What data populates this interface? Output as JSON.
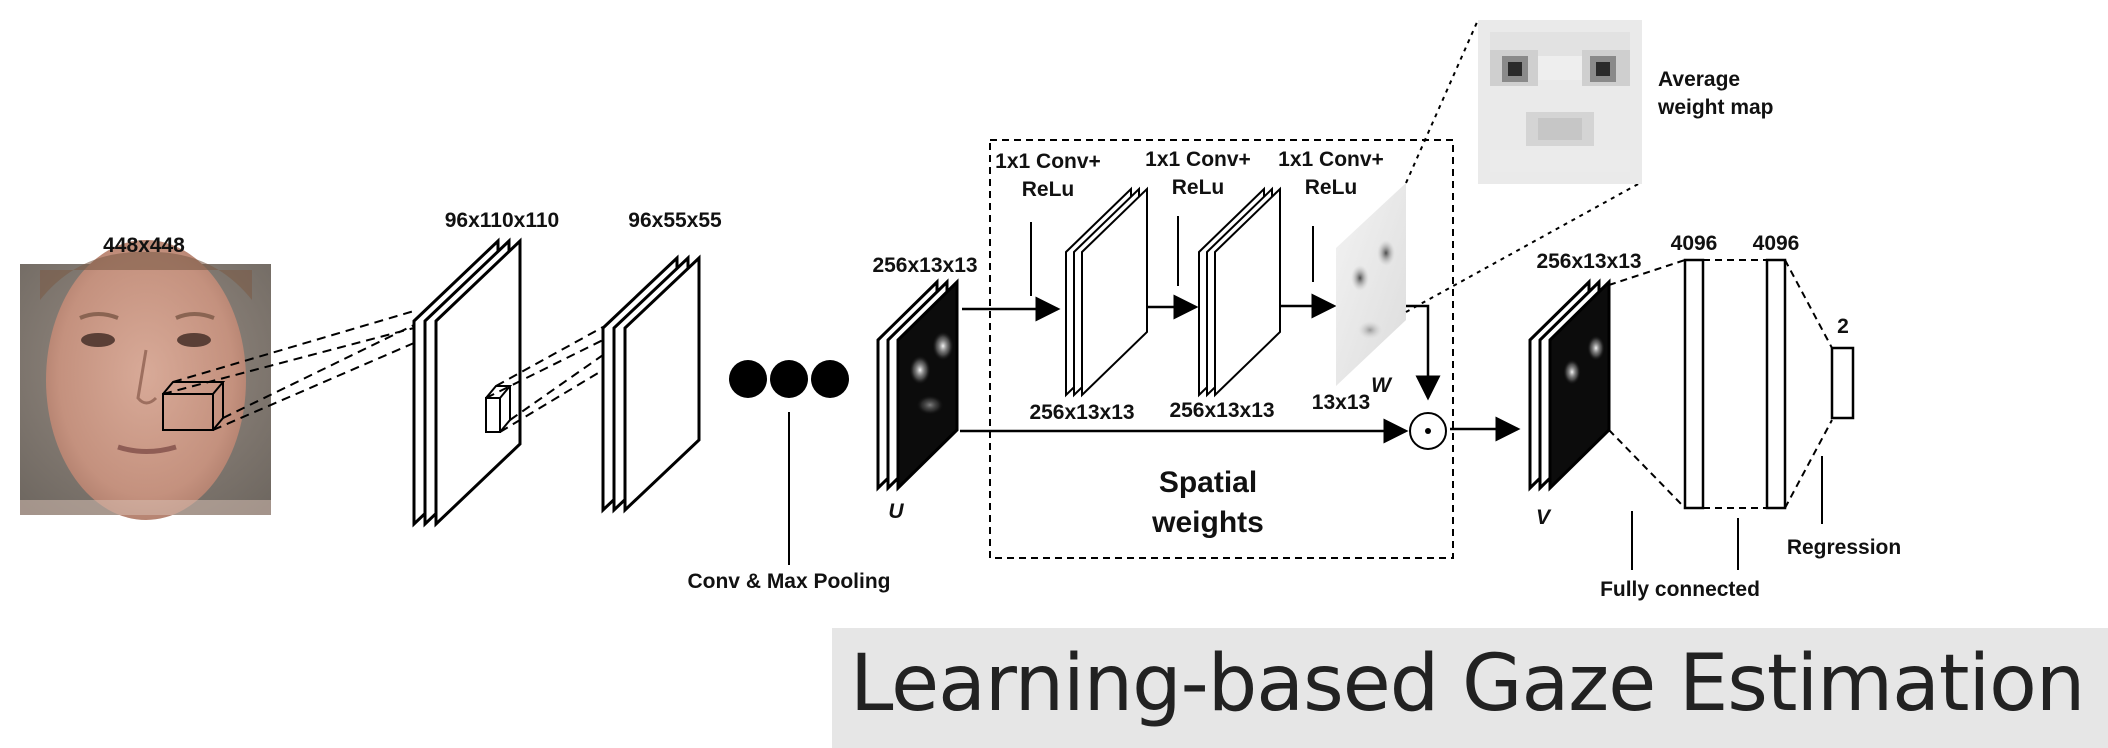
{
  "diagram": {
    "input_size": "448x448",
    "conv1_size": "96x110x110",
    "pool1_size": "96x55x55",
    "u_size": "256x13x13",
    "conv_max_pooling": "Conv & Max Pooling",
    "u_label": "U",
    "conv_relu_1": [
      "1x1 Conv+",
      "ReLu"
    ],
    "conv_relu_2": [
      "1x1 Conv+",
      "ReLu"
    ],
    "conv_relu_3": [
      "1x1 Conv+",
      "ReLu"
    ],
    "sw_size_1": "256x13x13",
    "sw_size_2": "256x13x13",
    "w_size": "13x13",
    "w_label": "W",
    "spatial_weights": [
      "Spatial",
      "weights"
    ],
    "avg_weight_map": [
      "Average",
      "weight map"
    ],
    "v_size": "256x13x13",
    "v_label": "V",
    "fc1_size": "4096",
    "fc2_size": "4096",
    "output_size": "2",
    "fully_connected": "Fully connected",
    "regression": "Regression"
  },
  "title": "Learning-based Gaze Estimation"
}
